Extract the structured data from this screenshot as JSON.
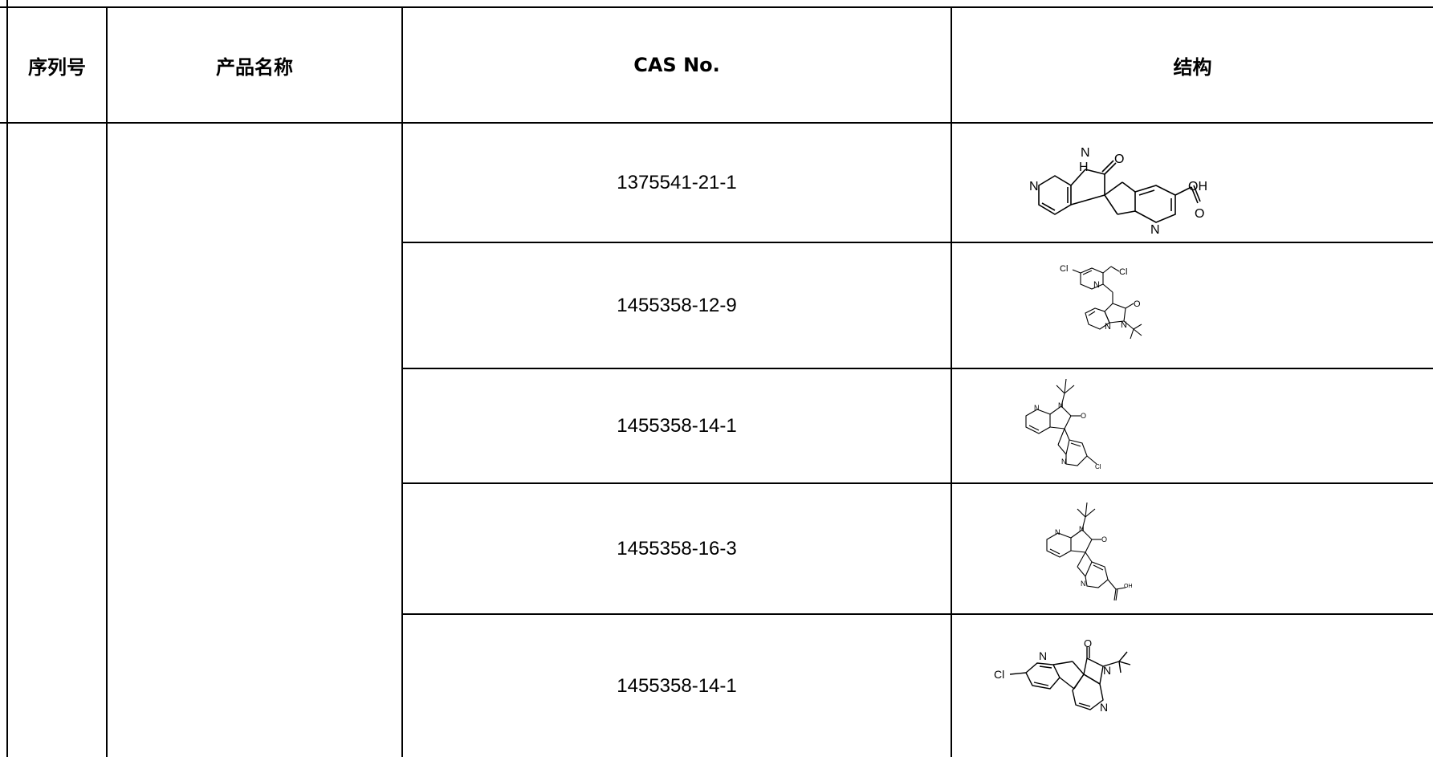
{
  "table": {
    "headers": {
      "seq": "序列号",
      "name": "产品名称",
      "cas": "CAS No.",
      "structure": "结构"
    },
    "rows": [
      {
        "cas": "1375541-21-1",
        "structure_icon": "spiro-azaoxindole-pyridine-carboxylic-acid-icon",
        "atom_labels": [
          "N",
          "H",
          "O",
          "OH",
          "O",
          "N",
          "N"
        ]
      },
      {
        "cas": "1455358-12-9",
        "structure_icon": "chloropyridyl-methyl-azaoxindole-icon",
        "atom_labels": [
          "Cl",
          "Cl",
          "N",
          "O",
          "N",
          "N"
        ]
      },
      {
        "cas": "1455358-14-1",
        "structure_icon": "tert-butyl-spiro-azaoxindole-chloro-icon",
        "atom_labels": [
          "N",
          "N",
          "O",
          "N",
          "Cl"
        ]
      },
      {
        "cas": "1455358-16-3",
        "structure_icon": "tert-butyl-spiro-azaoxindole-acid-icon",
        "atom_labels": [
          "N",
          "N",
          "O",
          "N",
          "OH"
        ]
      },
      {
        "cas": "1455358-14-1",
        "structure_icon": "chloro-spiro-cyclopentapyridine-azaoxindole-icon",
        "atom_labels": [
          "Cl",
          "N",
          "O",
          "N",
          "N"
        ]
      }
    ]
  }
}
